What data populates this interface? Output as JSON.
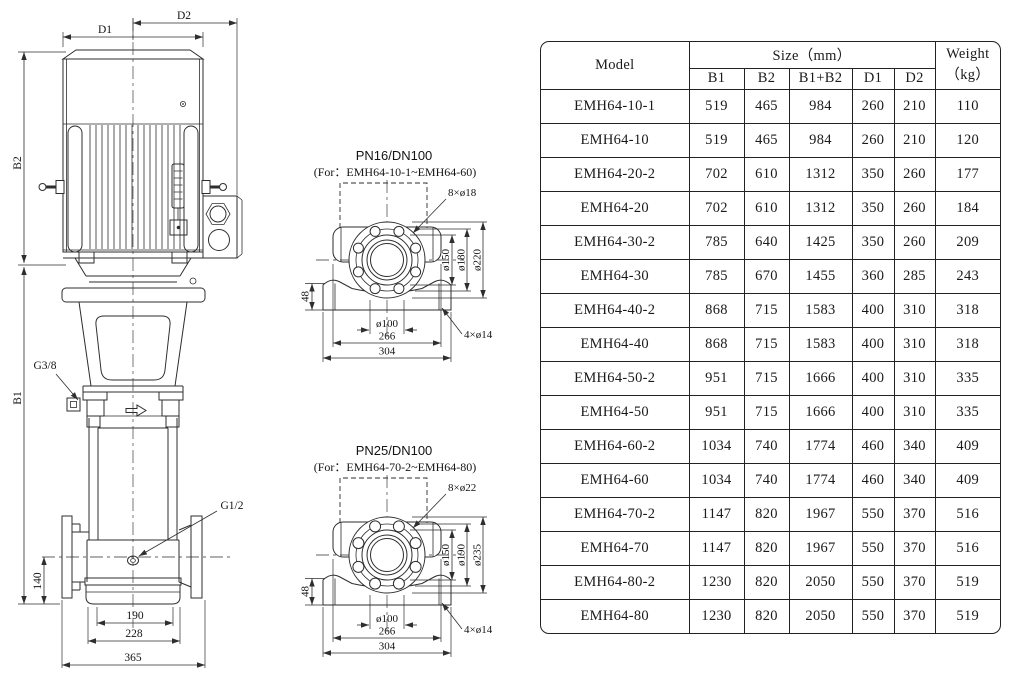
{
  "drawing": {
    "pump": {
      "d1": "D1",
      "d2": "D2",
      "b1": "B1",
      "b2": "B2",
      "g38": "G3/8",
      "g12": "G1/2",
      "h140": "140",
      "w190": "190",
      "w228": "228",
      "w365": "365"
    },
    "flanges": [
      {
        "title": "PN16/DN100",
        "subtitle": "(For：EMH64-10-1~EMH64-60)",
        "holes": "8×ø18",
        "dia_inner": "ø150",
        "dia_mid": "ø180",
        "dia_outer": "ø220",
        "bore": "ø100",
        "base_h": "48",
        "w_inner": "266",
        "w_outer": "304",
        "slots": "4×ø14"
      },
      {
        "title": "PN25/DN100",
        "subtitle": "(For：EMH64-70-2~EMH64-80)",
        "holes": "8×ø22",
        "dia_inner": "ø150",
        "dia_mid": "ø190",
        "dia_outer": "ø235",
        "bore": "ø100",
        "base_h": "48",
        "w_inner": "266",
        "w_outer": "304",
        "slots": "4×ø14"
      }
    ]
  },
  "table": {
    "headers": {
      "model": "Model",
      "size": "Size（mm）",
      "weight_line1": "Weight",
      "weight_line2": "（kg）",
      "cols": [
        "B1",
        "B2",
        "B1+B2",
        "D1",
        "D2"
      ]
    },
    "rows": [
      [
        "EMH64-10-1",
        "519",
        "465",
        "984",
        "260",
        "210",
        "110"
      ],
      [
        "EMH64-10",
        "519",
        "465",
        "984",
        "260",
        "210",
        "120"
      ],
      [
        "EMH64-20-2",
        "702",
        "610",
        "1312",
        "350",
        "260",
        "177"
      ],
      [
        "EMH64-20",
        "702",
        "610",
        "1312",
        "350",
        "260",
        "184"
      ],
      [
        "EMH64-30-2",
        "785",
        "640",
        "1425",
        "350",
        "260",
        "209"
      ],
      [
        "EMH64-30",
        "785",
        "670",
        "1455",
        "360",
        "285",
        "243"
      ],
      [
        "EMH64-40-2",
        "868",
        "715",
        "1583",
        "400",
        "310",
        "318"
      ],
      [
        "EMH64-40",
        "868",
        "715",
        "1583",
        "400",
        "310",
        "318"
      ],
      [
        "EMH64-50-2",
        "951",
        "715",
        "1666",
        "400",
        "310",
        "335"
      ],
      [
        "EMH64-50",
        "951",
        "715",
        "1666",
        "400",
        "310",
        "335"
      ],
      [
        "EMH64-60-2",
        "1034",
        "740",
        "1774",
        "460",
        "340",
        "409"
      ],
      [
        "EMH64-60",
        "1034",
        "740",
        "1774",
        "460",
        "340",
        "409"
      ],
      [
        "EMH64-70-2",
        "1147",
        "820",
        "1967",
        "550",
        "370",
        "516"
      ],
      [
        "EMH64-70",
        "1147",
        "820",
        "1967",
        "550",
        "370",
        "516"
      ],
      [
        "EMH64-80-2",
        "1230",
        "820",
        "2050",
        "550",
        "370",
        "519"
      ],
      [
        "EMH64-80",
        "1230",
        "820",
        "2050",
        "550",
        "370",
        "519"
      ]
    ]
  }
}
